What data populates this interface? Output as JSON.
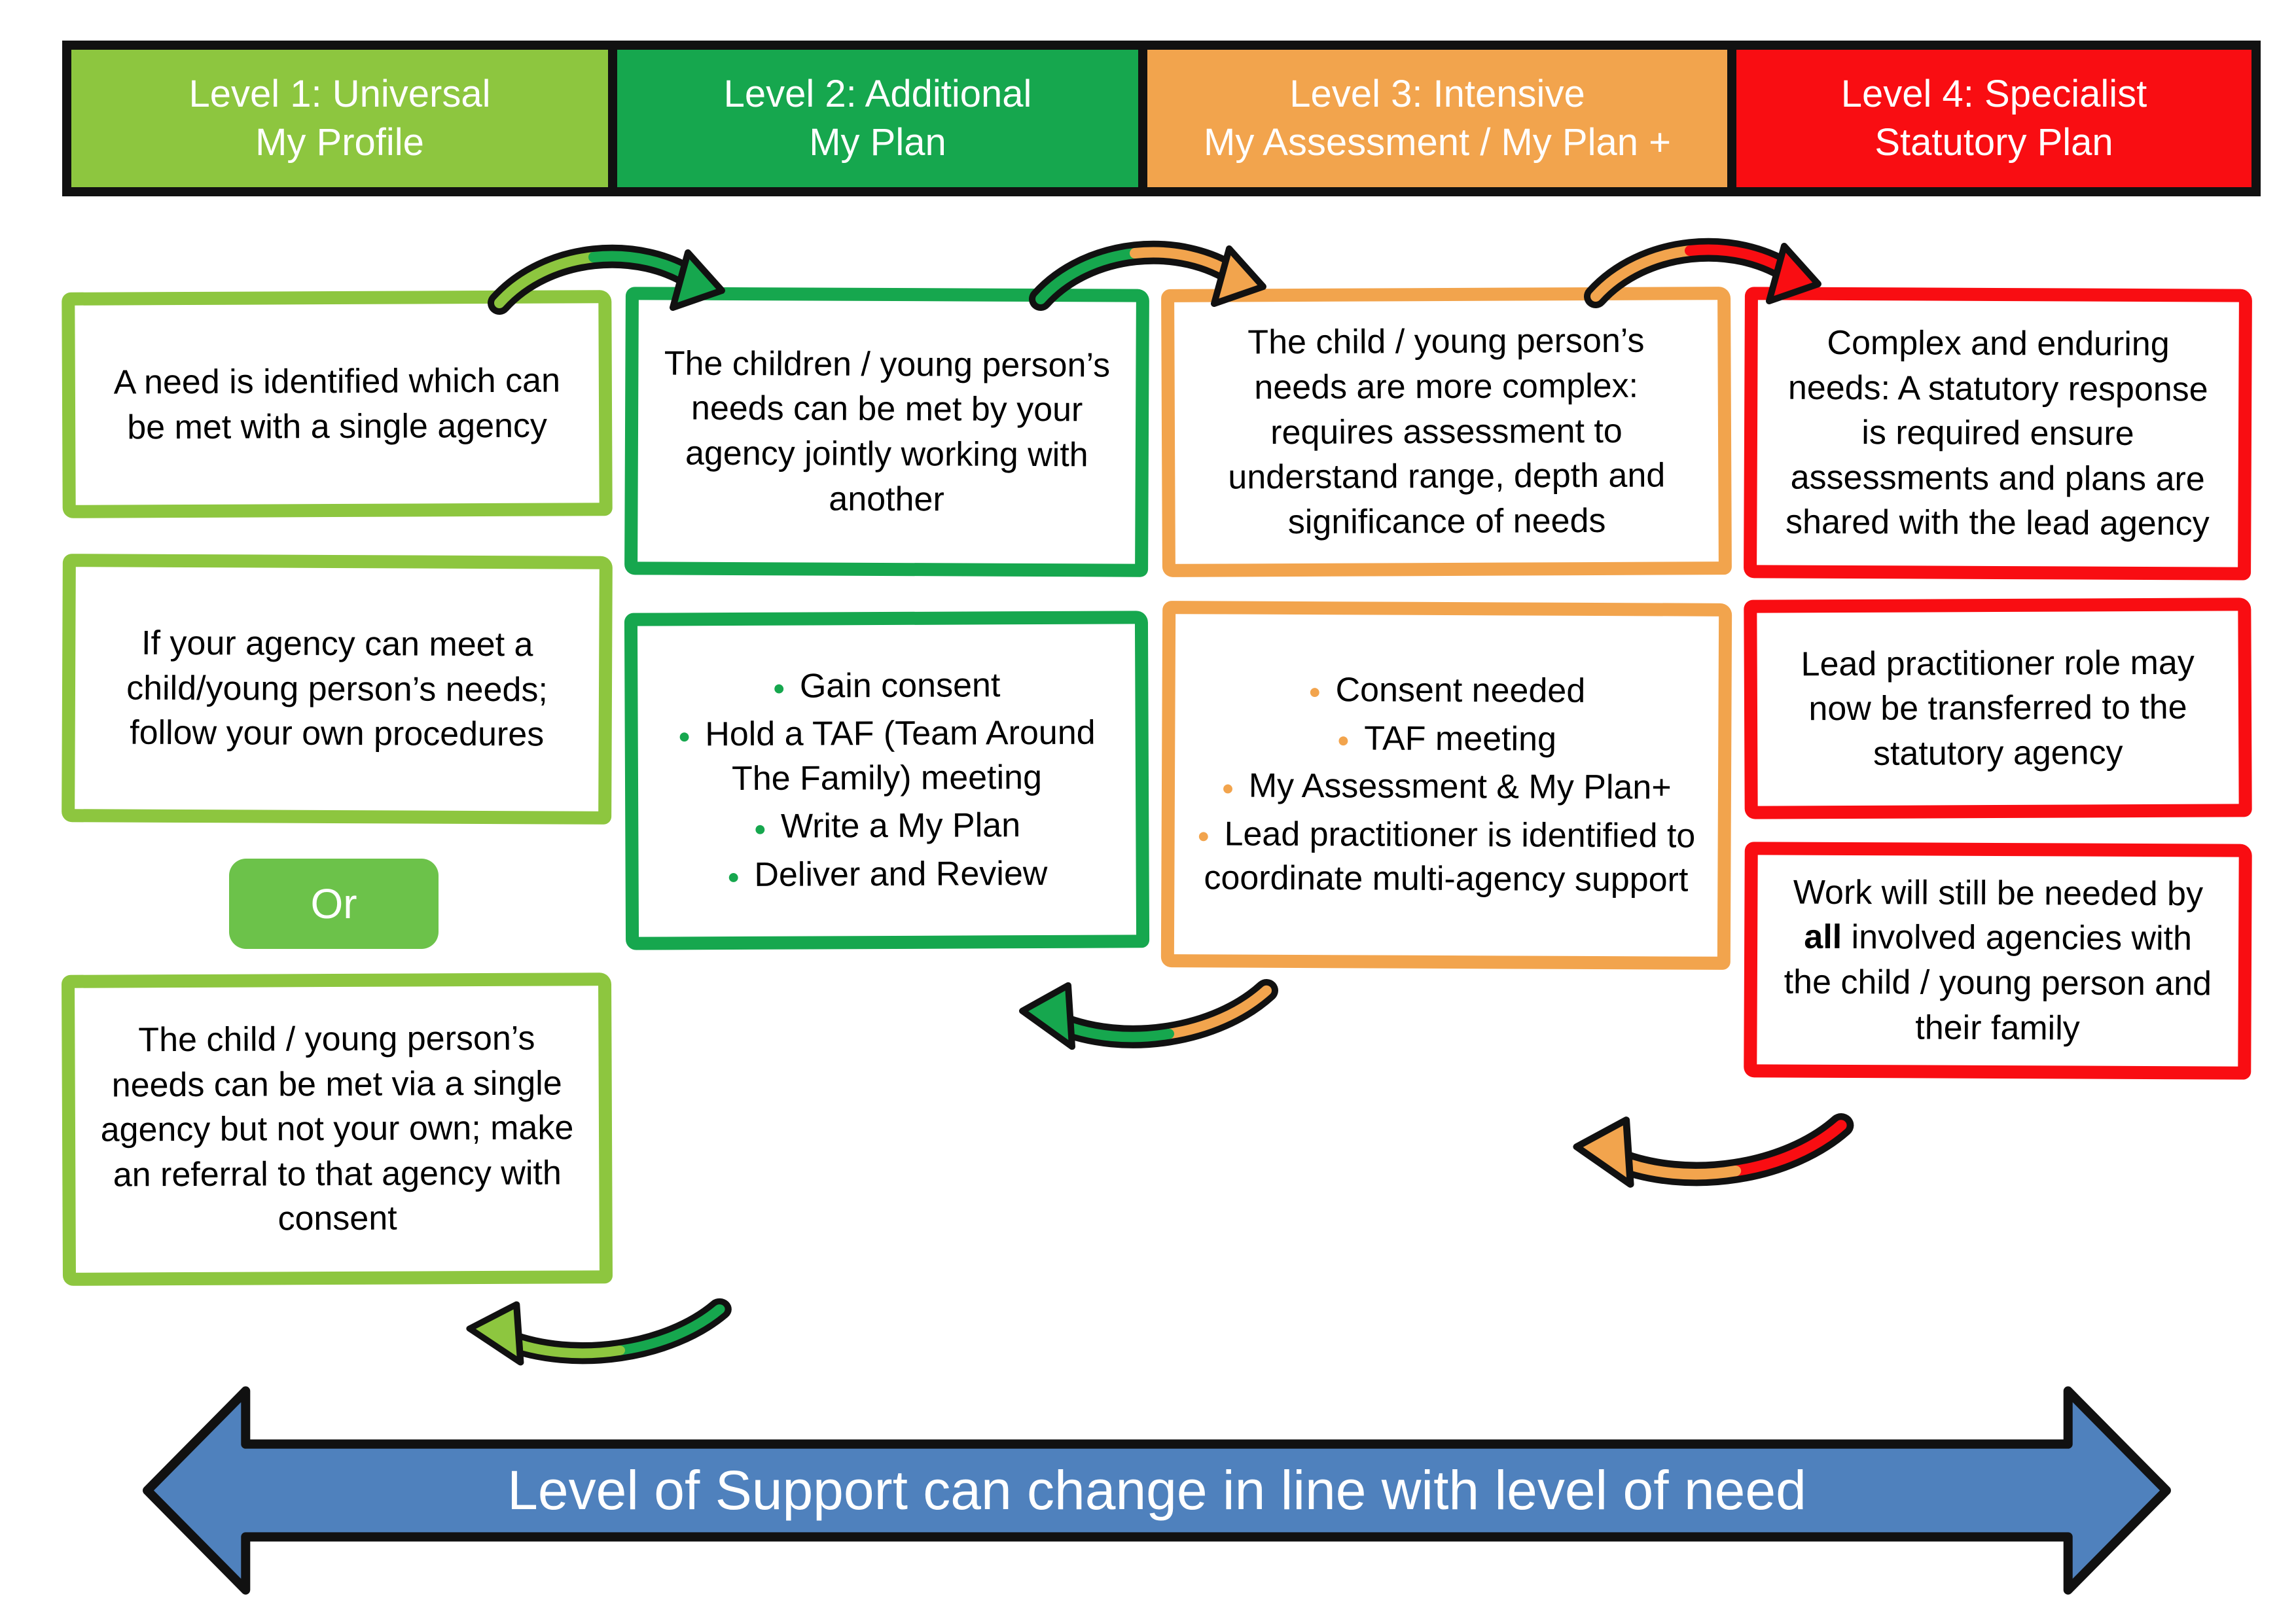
{
  "levels": [
    {
      "title_line1": "Level 1: Universal",
      "title_line2": "My Profile",
      "color": "#8DC63F",
      "or_label": "Or",
      "or_color": "#6CC24A",
      "boxes": {
        "need_identified": "A need is identified which can be met with a single agency",
        "own_procedures": "If your agency can meet a child/young person’s needs; follow your own procedures",
        "referral": "The child / young person’s needs can be met via a single agency but not your own; make an referral to that agency with consent"
      }
    },
    {
      "title_line1": "Level 2: Additional",
      "title_line2": "My Plan",
      "color": "#16A74E",
      "boxes": {
        "jointly_working": "The children / young person’s needs can be met by your agency jointly working with another",
        "actions": [
          "Gain consent",
          "Hold a TAF (Team Around The Family) meeting",
          "Write a My Plan",
          "Deliver and Review"
        ]
      }
    },
    {
      "title_line1": "Level 3: Intensive",
      "title_line2": "My Assessment / My Plan +",
      "color": "#F2A44D",
      "boxes": {
        "more_complex": "The child / young person’s needs are more complex: requires assessment to understand range, depth and significance of needs",
        "actions": [
          "Consent needed",
          "TAF meeting",
          "My Assessment & My Plan+",
          "Lead practitioner is identified to coordinate multi-agency support"
        ]
      }
    },
    {
      "title_line1": "Level 4: Specialist",
      "title_line2": "Statutory Plan",
      "color": "#F90D12",
      "boxes": {
        "complex_enduring": "Complex and enduring needs: A statutory response is required ensure assessments and plans are shared with the lead agency",
        "lead_transfer": "Lead practitioner role may now be transferred to the statutory agency",
        "work_needed": {
          "prefix": "Work will still be needed by ",
          "bold": "all",
          "suffix": " involved agencies with the child / young person and their family"
        }
      }
    }
  ],
  "bottom_arrow": {
    "label": "Level of Support can change in line with level of need",
    "color": "#4F81BD"
  }
}
